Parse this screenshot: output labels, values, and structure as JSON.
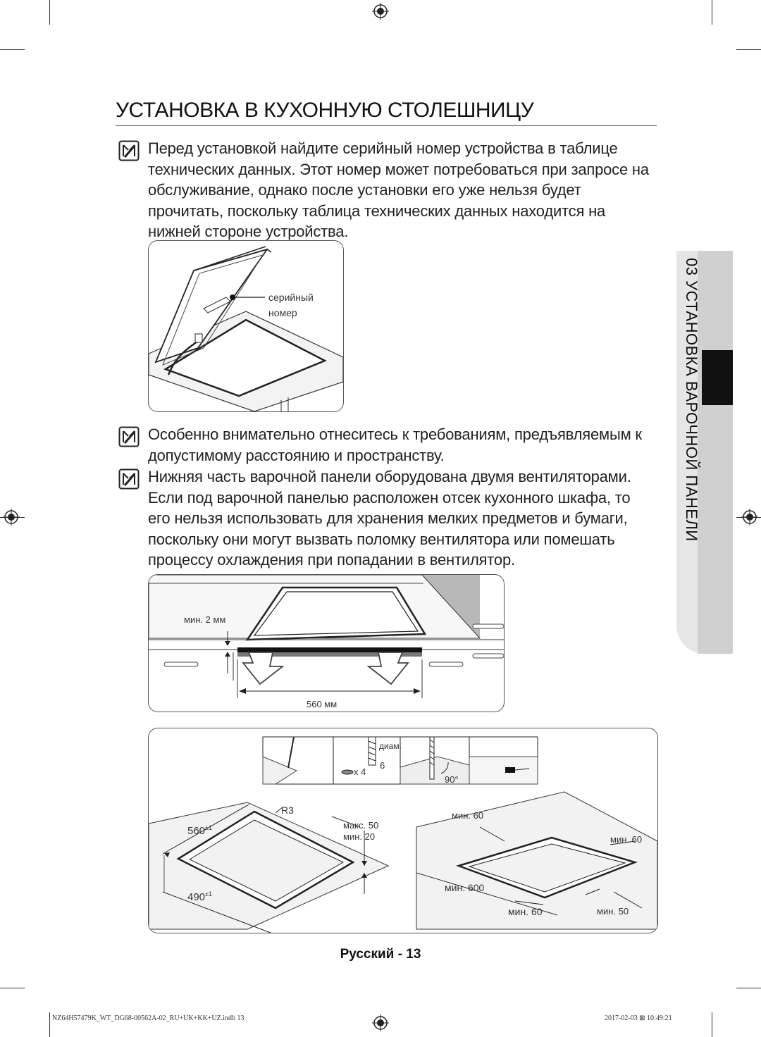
{
  "title": "УСТАНОВКА В КУХОННУЮ СТОЛЕШНИЦУ",
  "notes": [
    "Перед установкой найдите серийный номер устройства в таблице технических данных. Этот номер может потребоваться при запросе на обслуживание, однако после установки его уже нельзя будет прочитать, поскольку таблица технических данных находится на нижней стороне устройства.",
    "Особенно внимательно отнеситесь к требованиям, предъявляемым к допустимому расстоянию и пространству.",
    "Нижняя часть варочной панели оборудована двумя вентиляторами. Если под варочной панелью расположен отсек кухонного шкафа, то его нельзя использовать для хранения мелких предметов и бумаги, поскольку они могут вызвать поломку вентилятора или помешать процессу охлаждения при попадании в вентилятор."
  ],
  "figure1": {
    "label_line1": "серийный",
    "label_line2": "номер"
  },
  "figure2": {
    "min_gap": "мин. 2 мм",
    "width": "560 мм"
  },
  "figure3": {
    "diam_label": "диам.",
    "diam_value": "6",
    "count": "x 4",
    "angle": "90°",
    "radius": "R3",
    "w560": "560",
    "w560_tol": "±1",
    "d490": "490",
    "d490_tol": "±1",
    "max50": "макс. 50",
    "min20": "мин. 20",
    "min60_top": "мин. 60",
    "min60_right": "мин. 60",
    "min600": "мин. 600",
    "min60_bottom": "мин. 60",
    "min50": "мин. 50"
  },
  "side_tab": "03  УСТАНОВКА ВАРОЧНОЙ ПАНЕЛИ",
  "footer": {
    "page": "Русский - 13",
    "file": "NZ64H57479K_WT_DG68-00562A-02_RU+UK+KK+UZ.indb   13",
    "date": "2017-02-03   ⊠ 10:49:21"
  }
}
